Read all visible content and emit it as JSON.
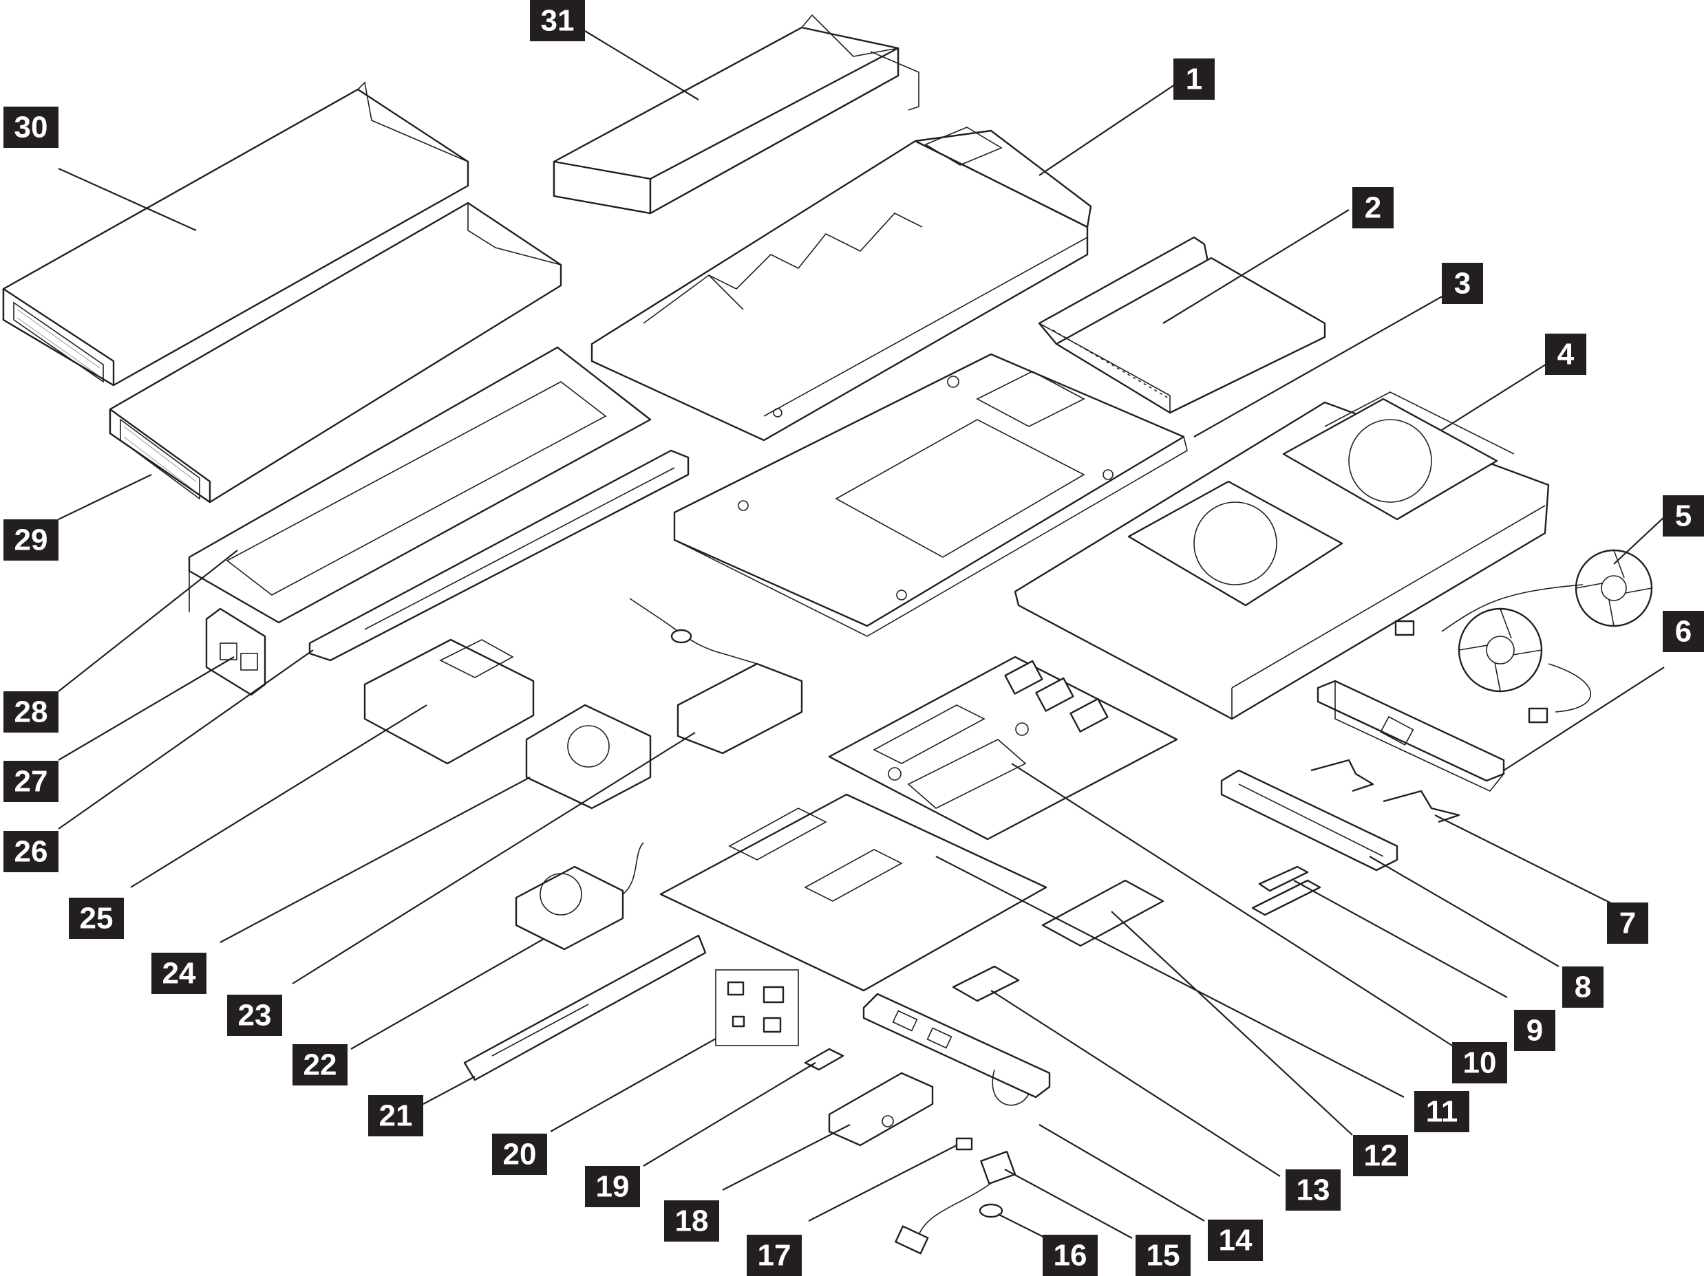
{
  "diagram": {
    "callouts": [
      "1",
      "2",
      "3",
      "4",
      "5",
      "6",
      "7",
      "8",
      "9",
      "10",
      "11",
      "12",
      "13",
      "14",
      "15",
      "16",
      "17",
      "18",
      "19",
      "20",
      "21",
      "22",
      "23",
      "24",
      "25",
      "26",
      "27",
      "28",
      "29",
      "30",
      "31"
    ]
  },
  "colors": {
    "label_background": "#231f20",
    "label_text": "#ffffff",
    "line": "#231f20",
    "background": "#ffffff"
  }
}
